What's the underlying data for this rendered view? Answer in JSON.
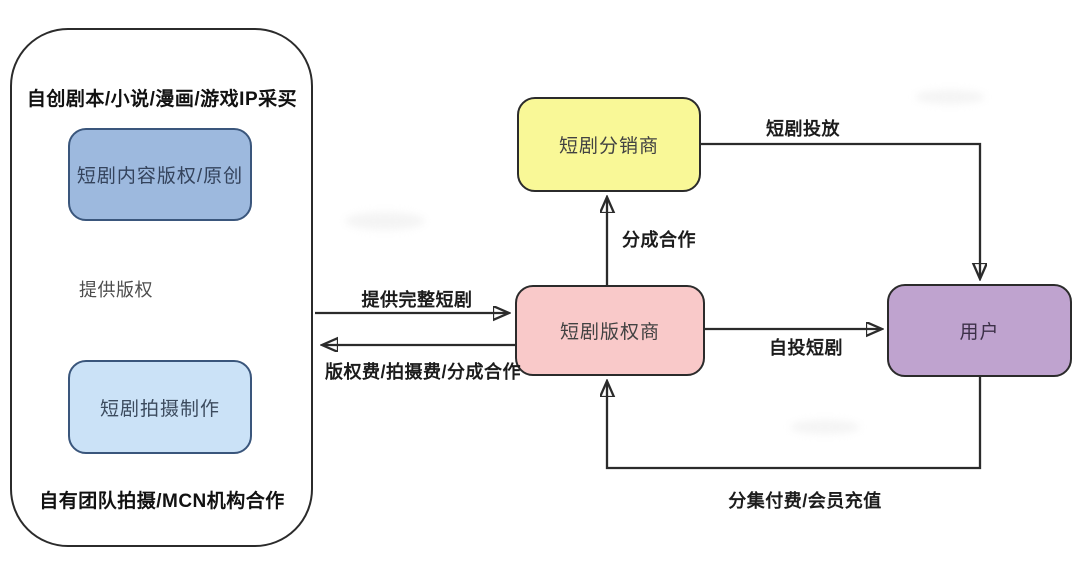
{
  "producer_group": {
    "top_label": "自创剧本/小说/漫画/游戏IP采买",
    "content_box_label": "短剧内容版权/原创",
    "provide_copyright_label": "提供版权",
    "shoot_box_label": "短剧拍摄制作",
    "bottom_label": "自有团队拍摄/MCN机构合作"
  },
  "nodes": {
    "distributor_label": "短剧分销商",
    "licensor_label": "短剧版权商",
    "user_label": "用户"
  },
  "edge_labels": {
    "provide_full_drama": "提供完整短剧",
    "copyright_shoot_share_fee": "版权费/拍摄费/分成合作",
    "revenue_share": "分成合作",
    "drama_placement": "短剧投放",
    "self_placement": "自投短剧",
    "episode_pay_membership": "分集付费/会员充值"
  },
  "colors": {
    "content_box_fill": "#9db9de",
    "content_box_border": "#3a567c",
    "shoot_box_fill": "#cbe2f7",
    "shoot_box_border": "#3a567c",
    "distributor_fill": "#f9f897",
    "licensor_fill": "#f9c9c9",
    "user_fill": "#bfa3cf",
    "node_border": "#2b2b2b",
    "line": "#2b2b2b"
  }
}
